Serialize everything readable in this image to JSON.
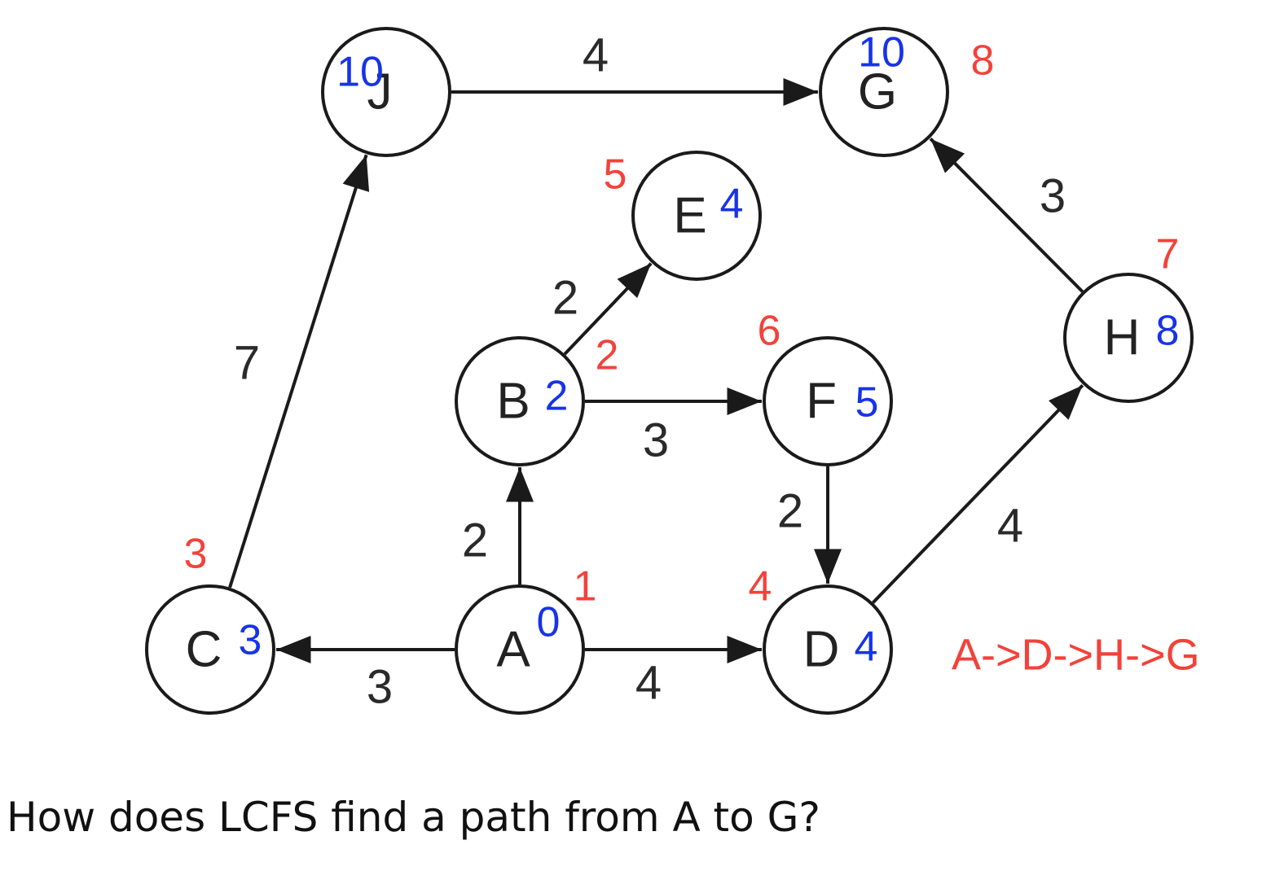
{
  "colors": {
    "red_annotation": "#f2423a",
    "blue_annotation": "#1733e8",
    "edge": "#1a1a1a"
  },
  "nodes": [
    {
      "id": "J",
      "label": "J",
      "red": "",
      "blue": "10"
    },
    {
      "id": "G",
      "label": "G",
      "red": "8",
      "blue": "10"
    },
    {
      "id": "E",
      "label": "E",
      "red": "5",
      "blue": "4"
    },
    {
      "id": "H",
      "label": "H",
      "red": "7",
      "blue": "8"
    },
    {
      "id": "B",
      "label": "B",
      "red": "2",
      "blue": "2"
    },
    {
      "id": "F",
      "label": "F",
      "red": "6",
      "blue": "5"
    },
    {
      "id": "C",
      "label": "C",
      "red": "3",
      "blue": "3"
    },
    {
      "id": "A",
      "label": "A",
      "red": "1",
      "blue": "0"
    },
    {
      "id": "D",
      "label": "D",
      "red": "4",
      "blue": "4"
    }
  ],
  "edges": [
    {
      "from": "J",
      "to": "G",
      "weight": "4"
    },
    {
      "from": "C",
      "to": "J",
      "weight": "7"
    },
    {
      "from": "B",
      "to": "E",
      "weight": "2"
    },
    {
      "from": "B",
      "to": "F",
      "weight": "3"
    },
    {
      "from": "A",
      "to": "B",
      "weight": "2"
    },
    {
      "from": "A",
      "to": "C",
      "weight": "3"
    },
    {
      "from": "A",
      "to": "D",
      "weight": "4"
    },
    {
      "from": "F",
      "to": "D",
      "weight": "2"
    },
    {
      "from": "D",
      "to": "H",
      "weight": "4"
    },
    {
      "from": "H",
      "to": "G",
      "weight": "3"
    }
  ],
  "path_answer": "A->D->H->G",
  "question": "How does LCFS find a path from A to G?"
}
